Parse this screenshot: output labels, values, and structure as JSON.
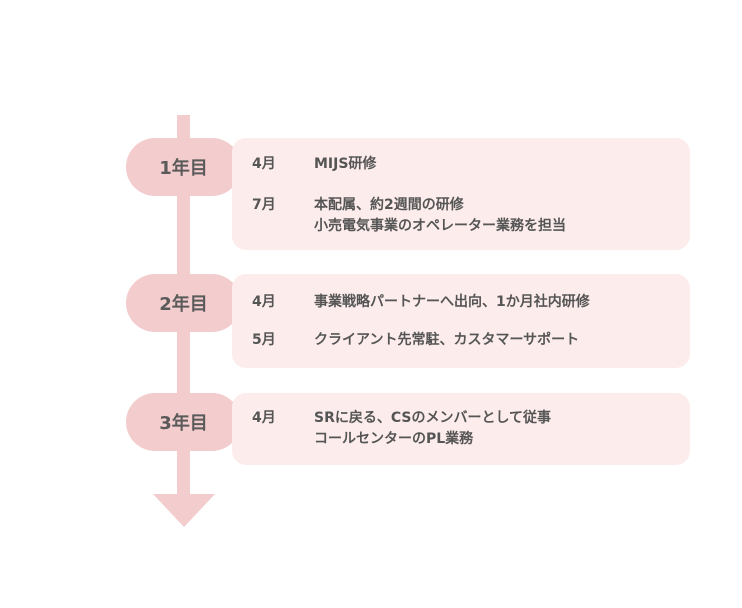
{
  "years": [
    {
      "label": "1年目",
      "entries": [
        {
          "month": "4月",
          "lines": [
            "MIJS研修"
          ]
        },
        {
          "month": "7月",
          "lines": [
            "本配属、約2週間の研修",
            "小売電気事業のオペレーター業務を担当"
          ]
        }
      ]
    },
    {
      "label": "2年目",
      "entries": [
        {
          "month": "4月",
          "lines": [
            "事業戦略パートナーへ出向、1か月社内研修"
          ]
        },
        {
          "month": "5月",
          "lines": [
            "クライアント先常駐、カスタマーサポート"
          ]
        }
      ]
    },
    {
      "label": "3年目",
      "entries": [
        {
          "month": "4月",
          "lines": [
            "SRに戻る、CSのメンバーとして従事",
            "コールセンターのPL業務"
          ]
        }
      ]
    }
  ],
  "colors": {
    "pill": "#f3cccd",
    "card": "#fdecec",
    "line": "#f3cccd",
    "text": "#555555"
  }
}
